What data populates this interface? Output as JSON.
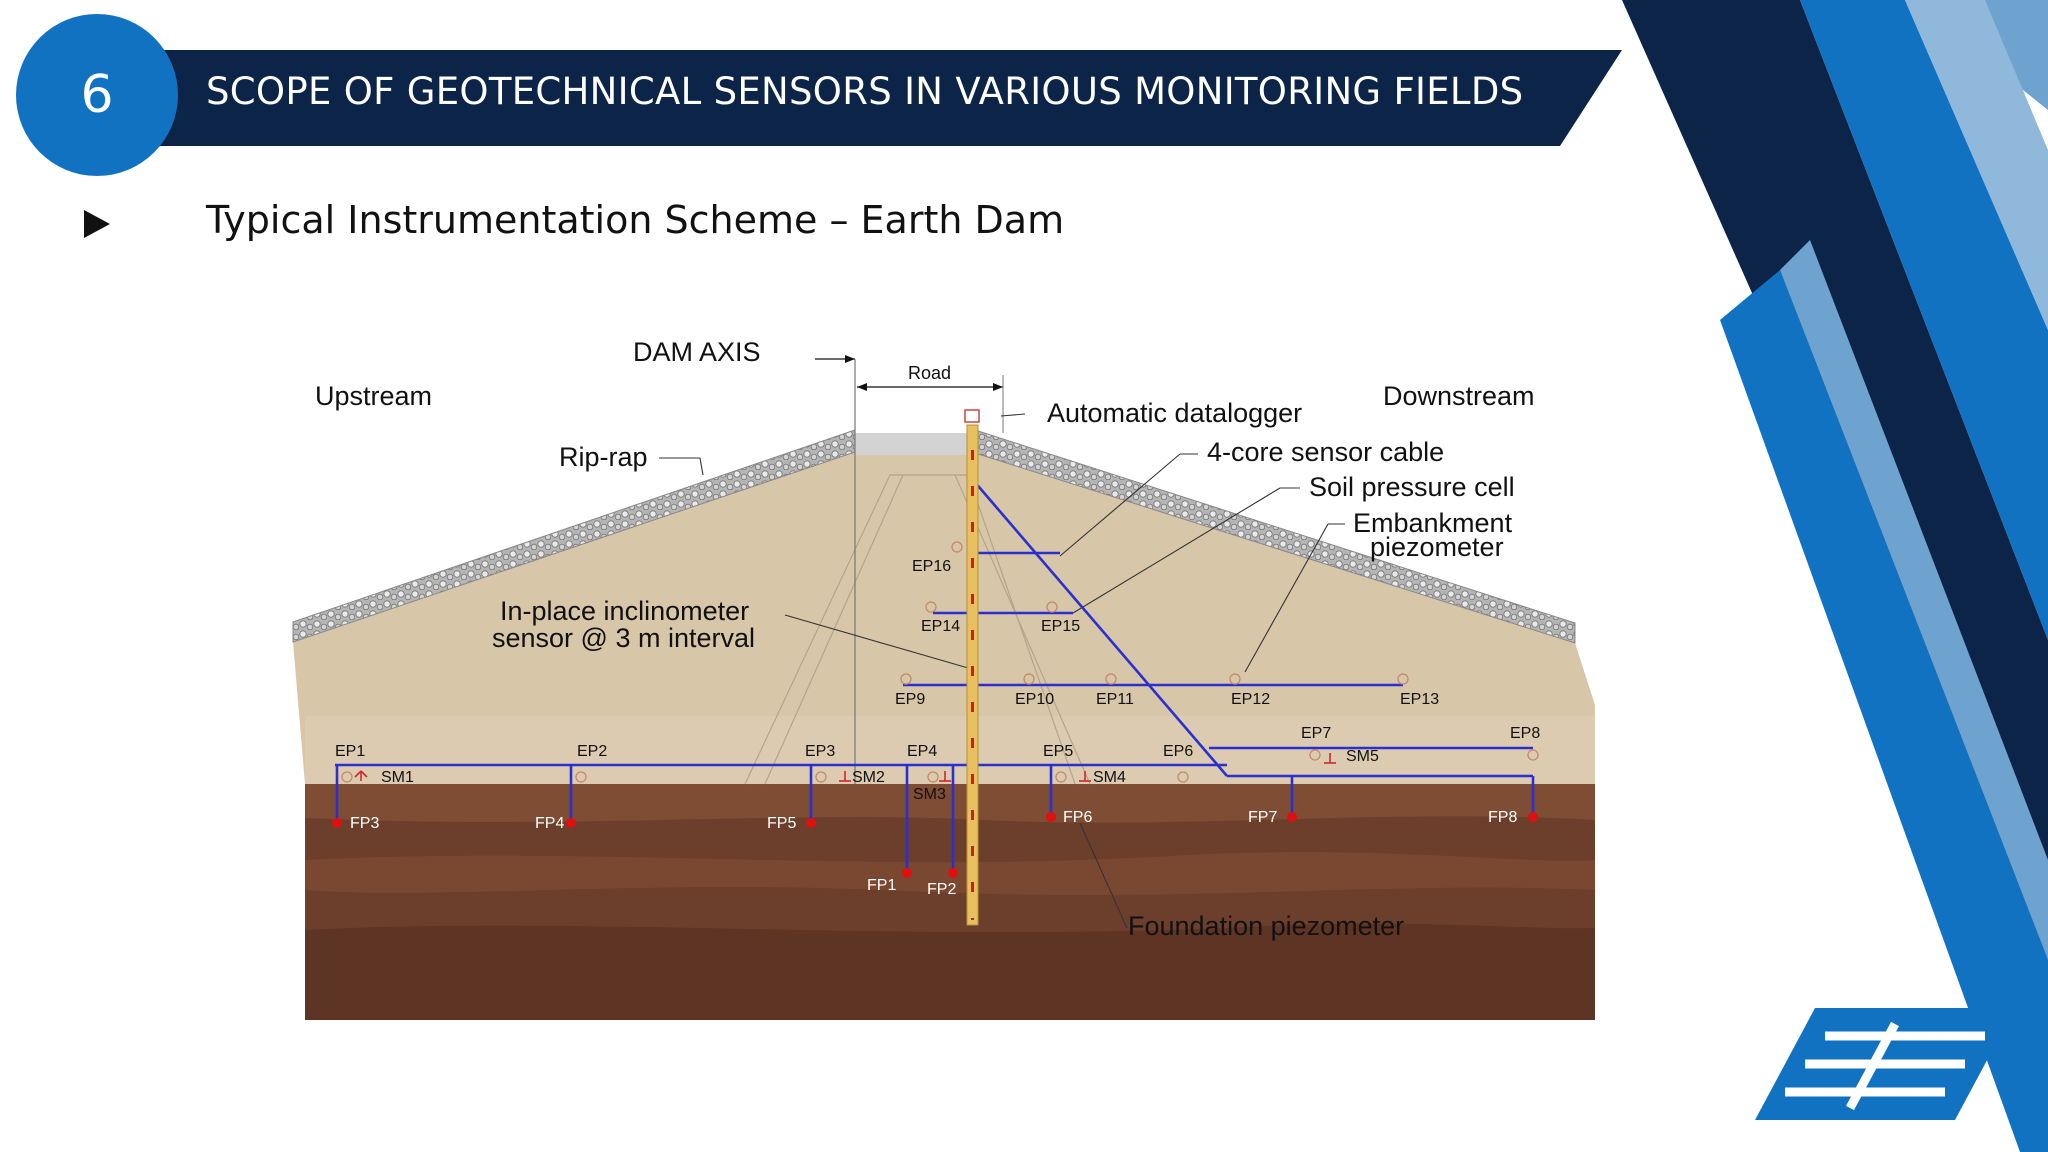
{
  "slide": {
    "number": "6",
    "title": "SCOPE OF GEOTECHNICAL SENSORS IN VARIOUS MONITORING FIELDS",
    "subtitle": "Typical Instrumentation Scheme – Earth Dam"
  },
  "colors": {
    "navy": "#0c2447",
    "accent_blue": "#1272c2",
    "light_blue": "#6fa3cf",
    "embankment": "#d8c6a9",
    "crest": "#d3d3d3",
    "foundation": "#6b3f2b",
    "sensor_cable": "#2a2fd0",
    "piezometer_tip": "#e01010",
    "inclinometer": "#e8c060"
  },
  "diagram": {
    "labels": {
      "dam_axis": "DAM AXIS",
      "road": "Road",
      "upstream": "Upstream",
      "downstream": "Downstream",
      "rip_rap": "Rip-rap",
      "datalogger": "Automatic datalogger",
      "sensor_cable": "4-core sensor cable",
      "soil_pressure_cell": "Soil pressure cell",
      "embankment_piezometer_1": "Embankment",
      "embankment_piezometer_2": "piezometer",
      "inclinometer_1": "In-place inclinometer",
      "inclinometer_2": "sensor @ 3 m interval",
      "foundation_piezometer": "Foundation piezometer"
    },
    "embankment_piezometers": [
      "EP1",
      "EP2",
      "EP3",
      "EP4",
      "EP5",
      "EP6",
      "EP7",
      "EP8",
      "EP9",
      "EP10",
      "EP11",
      "EP12",
      "EP13",
      "EP14",
      "EP15",
      "EP16"
    ],
    "foundation_piezometers": [
      "FP1",
      "FP2",
      "FP3",
      "FP4",
      "FP5",
      "FP6",
      "FP7",
      "FP8"
    ],
    "soil_pressure_cells": [
      "SM1",
      "SM2",
      "SM3",
      "SM4",
      "SM5"
    ]
  },
  "logo": {
    "icon": "company-logo-icon"
  }
}
